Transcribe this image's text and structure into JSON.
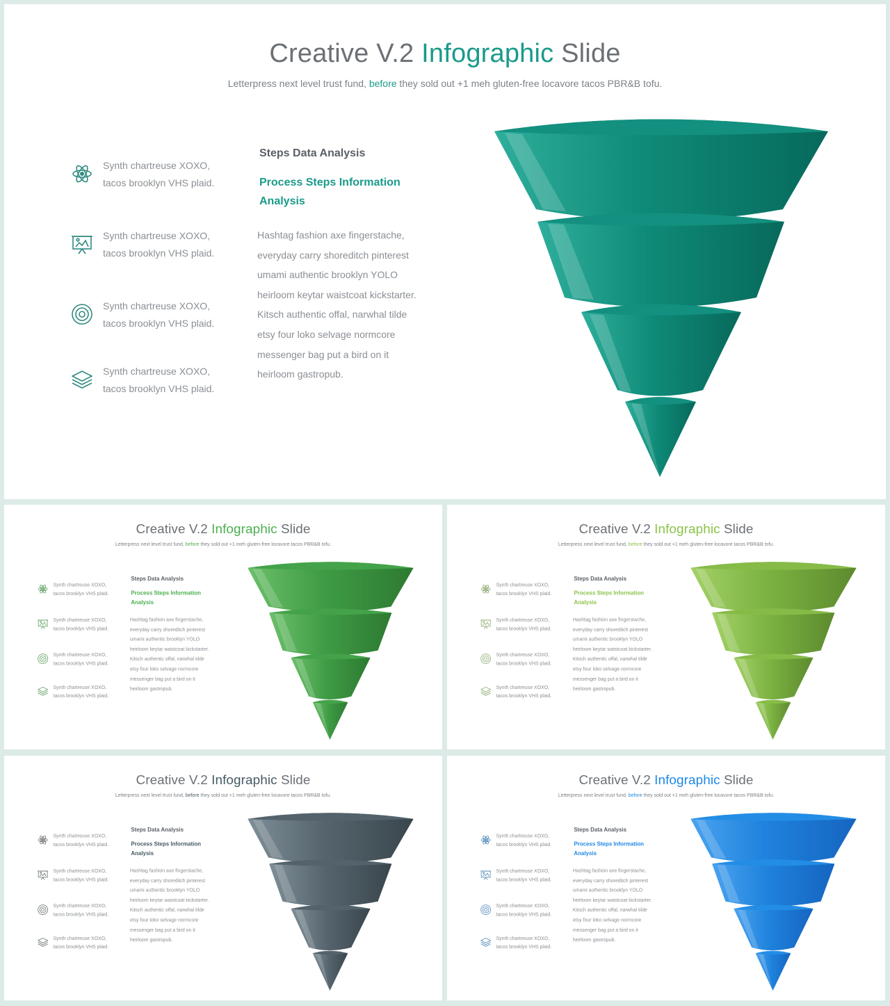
{
  "slide": {
    "title_part1": "Creative V.2 ",
    "title_highlight": "Infographic",
    "title_part3": " Slide",
    "subtitle_part1": "Letterpress next level trust fund, ",
    "subtitle_highlight": "before",
    "subtitle_part3": " they sold out +1 meh gluten-free locavore tacos PBR&B tofu.",
    "features": [
      {
        "icon": "atom-icon",
        "line1": "Synth chartreuse XOXO,",
        "line2": "tacos brooklyn VHS plaid."
      },
      {
        "icon": "presentation-board-icon",
        "line1": "Synth chartreuse XOXO,",
        "line2": "tacos brooklyn VHS plaid."
      },
      {
        "icon": "target-icon",
        "line1": "Synth chartreuse XOXO,",
        "line2": "tacos brooklyn VHS plaid."
      },
      {
        "icon": "layers-icon",
        "line1": "Synth chartreuse XOXO,",
        "line2": "tacos brooklyn VHS plaid."
      }
    ],
    "steps_heading": "Steps Data Analysis",
    "process_heading": "Process Steps Information Analysis",
    "body_lines": [
      "Hashtag fashion axe fingerstache,",
      "everyday carry shoreditch pinterest",
      "umami authentic brooklyn YOLO",
      "heirloom keytar waistcoat kickstarter.",
      "Kitsch authentic offal, narwhal tilde",
      "etsy four loko selvage normcore",
      "messenger bag put a bird on it",
      "heirloom gastropub."
    ]
  },
  "themes": [
    {
      "name": "teal",
      "accent": "#1a9a8a",
      "icon": "#2f8a80",
      "light": "#2fae9c",
      "mid": "#0f8a78",
      "dark": "#07695b",
      "top": "#13907f"
    },
    {
      "name": "green",
      "accent": "#4caf50",
      "icon": "#5b9e5e",
      "light": "#6cc06a",
      "mid": "#3f9c45",
      "dark": "#2d7a32",
      "top": "#44a34a"
    },
    {
      "name": "lime",
      "accent": "#8bc34a",
      "icon": "#8aa86a",
      "light": "#a4d168",
      "mid": "#7cb342",
      "dark": "#5d8a2e",
      "top": "#86bb48"
    },
    {
      "name": "slate",
      "accent": "#455a64",
      "icon": "#666c70",
      "light": "#7f8f98",
      "mid": "#56656e",
      "dark": "#3a464d",
      "top": "#53626b"
    },
    {
      "name": "blue",
      "accent": "#1e88e5",
      "icon": "#4b84b5",
      "light": "#4aa3f0",
      "mid": "#1f82dc",
      "dark": "#1565c0",
      "top": "#238de6"
    }
  ]
}
